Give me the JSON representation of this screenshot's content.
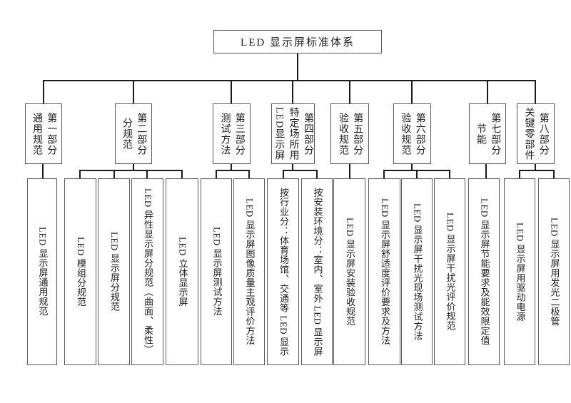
{
  "root": {
    "label": "LED 显示屏标准体系"
  },
  "parts": [
    {
      "label": "第一部分\n通用规范"
    },
    {
      "label": "第二部分\n分规范"
    },
    {
      "label": "第三部分\n测试方法"
    },
    {
      "label": "第四部分\n特定场所用\nLED显示屏"
    },
    {
      "label": "第五部分\n验收规范"
    },
    {
      "label": "第六部分\n验收规范"
    },
    {
      "label": "第七部分\n节能"
    },
    {
      "label": "第八部分\n关键零部件"
    }
  ],
  "leaves": [
    {
      "label": "LED 显示屏通用规范"
    },
    {
      "label": "LED 模组分规范"
    },
    {
      "label": "LED 显示屏分规范"
    },
    {
      "label": "LED 异性显示屏分规范（曲面、柔性）"
    },
    {
      "label": "LED 立体显示屏"
    },
    {
      "label": "LED 显示屏测试方法"
    },
    {
      "label": "LED 显示屏图像质量主观评价方法"
    },
    {
      "label": "按行业分：体育场馆、交通等 LED 显示"
    },
    {
      "label": "按安装环境分：室内、室外 LED 显示屏"
    },
    {
      "label": "LED 显示屏安装验收规范"
    },
    {
      "label": "LED 显示屏舒适度评价要求及方法"
    },
    {
      "label": "LED 显示屏干扰光现场测试方法"
    },
    {
      "label": "LED 显示屏干扰光评价规范"
    },
    {
      "label": "LED 显示屏节能要求及能效限定值"
    },
    {
      "label": "LED 显示屏用驱动电源"
    },
    {
      "label": "LED 显示屏用发光二极管"
    }
  ]
}
